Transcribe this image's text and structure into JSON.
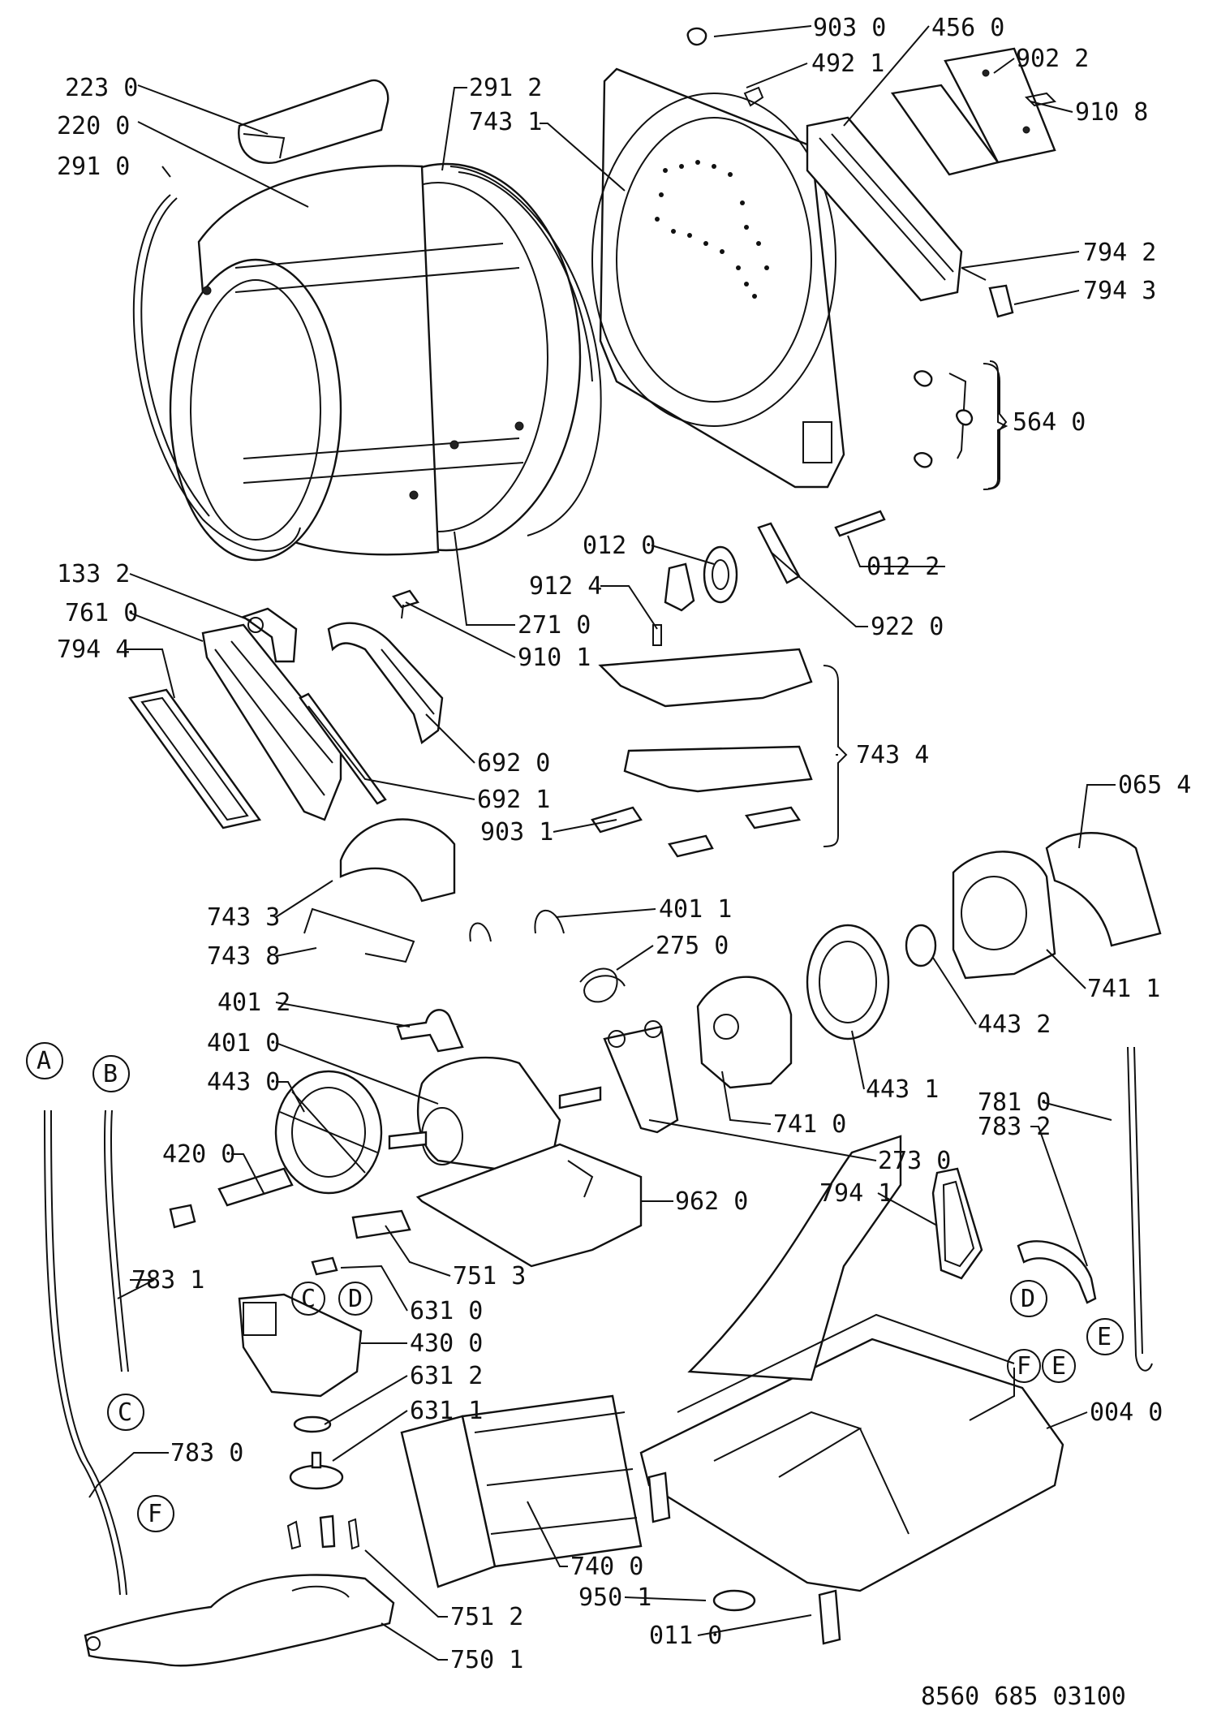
{
  "labels": {
    "l_903_0": "903 0",
    "l_456_0": "456 0",
    "l_223_0": "223 0",
    "l_291_2": "291 2",
    "l_492_1": "492 1",
    "l_902_2": "902 2",
    "l_220_0": "220 0",
    "l_743_1": "743 1",
    "l_910_8": "910 8",
    "l_291_0": "291 0",
    "l_794_2": "794 2",
    "l_794_3": "794 3",
    "l_564_0": "564 0",
    "l_012_0": "012 0",
    "l_133_2": "133 2",
    "l_912_4": "912 4",
    "l_012_2": "012 2",
    "l_761_0": "761 0",
    "l_271_0": "271 0",
    "l_922_0": "922 0",
    "l_794_4": "794 4",
    "l_910_1": "910 1",
    "l_692_0": "692 0",
    "l_743_4": "743 4",
    "l_692_1": "692 1",
    "l_065_4": "065 4",
    "l_903_1": "903 1",
    "l_743_3": "743 3",
    "l_401_1": "401 1",
    "l_743_8": "743 8",
    "l_275_0": "275 0",
    "l_741_1": "741 1",
    "l_401_2": "401 2",
    "l_443_2": "443 2",
    "l_401_0": "401 0",
    "l_443_0": "443 0",
    "l_443_1": "443 1",
    "l_781_0": "781 0",
    "l_741_0": "741 0",
    "l_783_2": "783 2",
    "l_420_0": "420 0",
    "l_273_0": "273 0",
    "l_794_1": "794 1",
    "l_962_0": "962 0",
    "l_783_1": "783 1",
    "l_751_3": "751 3",
    "l_631_0": "631 0",
    "l_430_0": "430 0",
    "l_631_2": "631 2",
    "l_004_0": "004 0",
    "l_631_1": "631 1",
    "l_783_0": "783 0",
    "l_740_0": "740 0",
    "l_950_1": "950 1",
    "l_751_2": "751 2",
    "l_011_0": "011 0",
    "l_750_1": "750 1"
  },
  "connectors": {
    "A": "A",
    "B": "B",
    "C_top": "C",
    "D_top": "D",
    "C_left": "C",
    "D_right": "D",
    "E_right": "E",
    "F_base": "F",
    "E_base": "E",
    "F_left": "F"
  },
  "drawing_number": "8560 685 03100"
}
